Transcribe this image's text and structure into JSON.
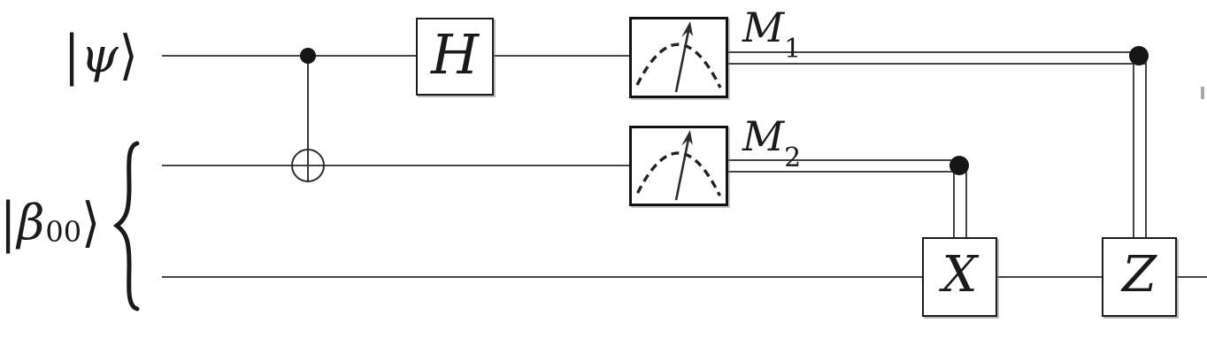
{
  "labels": {
    "input_top": {
      "bar": "|",
      "symbol": "ψ",
      "ket": "⟩"
    },
    "input_bottom": {
      "bar": "|",
      "symbol": "β",
      "subscript": "00",
      "ket": "⟩"
    },
    "measurement1": {
      "main": "M",
      "subscript": "1"
    },
    "measurement2": {
      "main": "M",
      "subscript": "2"
    },
    "gates": {
      "hadamard": "H",
      "pauli_x": "X",
      "pauli_z": "Z"
    }
  },
  "colors": {
    "background": "#ffffff",
    "wire": "#454545",
    "box_border": "#1c1c1c",
    "text": "#1a1a1a"
  },
  "circuit": {
    "description": "Quantum teleportation circuit: input qubit |ψ⟩ and Bell pair |β00⟩; CNOT then H on top qubit; measurements M1 and M2; classically controlled X (from M2) and Z (from M1) on bottom qubit.",
    "wires": [
      {
        "name": "qubit-psi",
        "kind": "quantum"
      },
      {
        "name": "qubit-bell-a",
        "kind": "quantum"
      },
      {
        "name": "qubit-bell-b",
        "kind": "quantum"
      }
    ],
    "elements": [
      {
        "type": "cnot",
        "control": "qubit-psi",
        "target": "qubit-bell-a"
      },
      {
        "type": "gate",
        "label": "H",
        "wire": "qubit-psi"
      },
      {
        "type": "measurement",
        "label": "M1",
        "wire": "qubit-psi"
      },
      {
        "type": "measurement",
        "label": "M2",
        "wire": "qubit-bell-a"
      },
      {
        "type": "classically-controlled-gate",
        "label": "X",
        "wire": "qubit-bell-b",
        "controlled_by": "M2"
      },
      {
        "type": "classically-controlled-gate",
        "label": "Z",
        "wire": "qubit-bell-b",
        "controlled_by": "M1"
      }
    ]
  }
}
